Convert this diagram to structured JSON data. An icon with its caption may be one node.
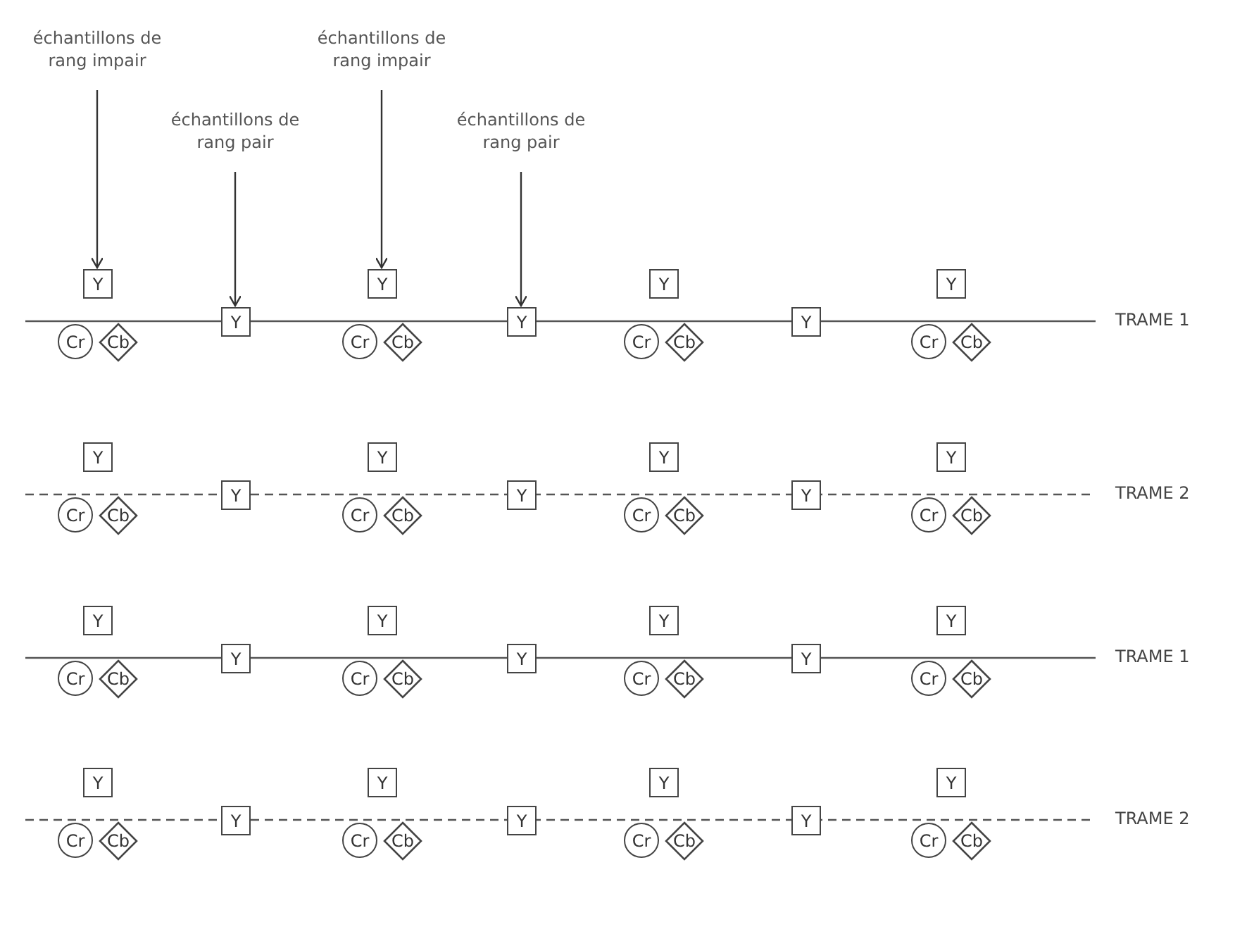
{
  "diagram": {
    "nodes": [
      {
        "text": [
          "échantillons de rang impair"
        ]
      },
      {
        "text": [
          "échantillons de rang pair"
        ]
      },
      {
        "text": [
          "échantillons de rang impair"
        ]
      },
      {
        "text": [
          "échantillons de rang pair"
        ]
      },
      {
        "text": [
          "Y"
        ]
      },
      {
        "text": [
          "Cr"
        ]
      },
      {
        "text": [
          "Cb"
        ]
      },
      {
        "text": [
          "Y"
        ]
      },
      {
        "text": [
          "Y"
        ]
      },
      {
        "text": [
          "Cr"
        ]
      },
      {
        "text": [
          "Cb"
        ]
      },
      {
        "text": [
          "Y"
        ]
      },
      {
        "text": [
          "Y"
        ]
      },
      {
        "text": [
          "Cr"
        ]
      },
      {
        "text": [
          "Cb"
        ]
      },
      {
        "text": [
          "Y"
        ]
      },
      {
        "text": [
          "Y"
        ]
      },
      {
        "text": [
          "Cr"
        ]
      },
      {
        "text": [
          "Cb"
        ]
      },
      {
        "text": [
          "Y"
        ]
      },
      {
        "text": [
          "Cr"
        ]
      },
      {
        "text": [
          "Cb"
        ]
      },
      {
        "text": [
          "Y"
        ]
      },
      {
        "text": [
          "Y"
        ]
      },
      {
        "text": [
          "Cr"
        ]
      },
      {
        "text": [
          "Cb"
        ]
      },
      {
        "text": [
          "Y"
        ]
      },
      {
        "text": [
          "Y"
        ]
      },
      {
        "text": [
          "Cr"
        ]
      },
      {
        "text": [
          "Cb"
        ]
      },
      {
        "text": [
          "Y"
        ]
      },
      {
        "text": [
          "Y"
        ]
      },
      {
        "text": [
          "Cr"
        ]
      },
      {
        "text": [
          "Cb"
        ]
      },
      {
        "text": [
          "Y"
        ]
      },
      {
        "text": [
          "Cr"
        ]
      },
      {
        "text": [
          "Cb"
        ]
      },
      {
        "text": [
          "Y"
        ]
      },
      {
        "text": [
          "Y"
        ]
      },
      {
        "text": [
          "Cr"
        ]
      },
      {
        "text": [
          "Cb"
        ]
      },
      {
        "text": [
          "Y"
        ]
      },
      {
        "text": [
          "Y"
        ]
      },
      {
        "text": [
          "Cr"
        ]
      },
      {
        "text": [
          "Cb"
        ]
      },
      {
        "text": [
          "Y"
        ]
      },
      {
        "text": [
          "Y"
        ]
      },
      {
        "text": [
          "Cr"
        ]
      },
      {
        "text": [
          "Cb"
        ]
      },
      {
        "text": [
          "Y"
        ]
      },
      {
        "text": [
          "Cr"
        ]
      },
      {
        "text": [
          "Cb"
        ]
      },
      {
        "text": [
          "Y"
        ]
      },
      {
        "text": [
          "Y"
        ]
      },
      {
        "text": [
          "Cr"
        ]
      },
      {
        "text": [
          "Cb"
        ]
      },
      {
        "text": [
          "Y"
        ]
      },
      {
        "text": [
          "Y"
        ]
      },
      {
        "text": [
          "Cr"
        ]
      },
      {
        "text": [
          "Cb"
        ]
      },
      {
        "text": [
          "Y"
        ]
      },
      {
        "text": [
          "Y"
        ]
      },
      {
        "text": [
          "Cr"
        ]
      },
      {
        "text": [
          "Cb"
        ]
      }
    ],
    "edges": [
      {
        "from": 0,
        "to": 4,
        "arrow": "to"
      },
      {
        "from": 1,
        "to": 7,
        "arrow": "to"
      },
      {
        "from": 2,
        "to": 8,
        "arrow": "to"
      },
      {
        "from": 3,
        "to": 11,
        "arrow": "to"
      }
    ],
    "labels": [
      "TRAME 1",
      "TRAME 2",
      "TRAME 1",
      "TRAME 2"
    ]
  }
}
